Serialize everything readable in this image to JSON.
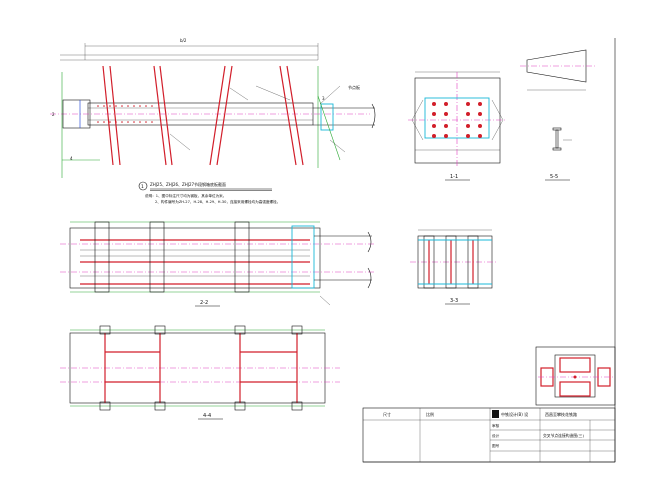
{
  "sheet": {
    "main_view_note_cn": "ZHJ25、ZHJ26、ZHJ27节段钢箱底板截面",
    "detail_marker": "1",
    "notes": [
      "说明：1、图中标注尺寸均为钢板，其余单位为米。",
      "2、构件编号为ZH-27、H-28、H-29、H-30，连接采用螺栓均为高强度螺栓。"
    ]
  },
  "sections": {
    "s11": "1-1",
    "s55": "5-5",
    "s33": "3-3",
    "s22": "2-2",
    "s44": "4-4"
  },
  "title_block": {
    "company_cn": "中铁设计(B) 设",
    "project_cn": "西昌至攀枝花铁路 ",
    "drawing_cn": "交叉节点连接构造图(三)",
    "scale_label_cn": "比例",
    "dimension_label": "尺寸",
    "reviewer_label_cn": "审核",
    "designer_label_cn": "设计",
    "sheet_label_cn": "图号"
  },
  "colors": {
    "red": "#d21e2a",
    "pink": "#e040c0",
    "green": "#2aa832",
    "cyan": "#19b8d8",
    "blue": "#3050d8"
  }
}
